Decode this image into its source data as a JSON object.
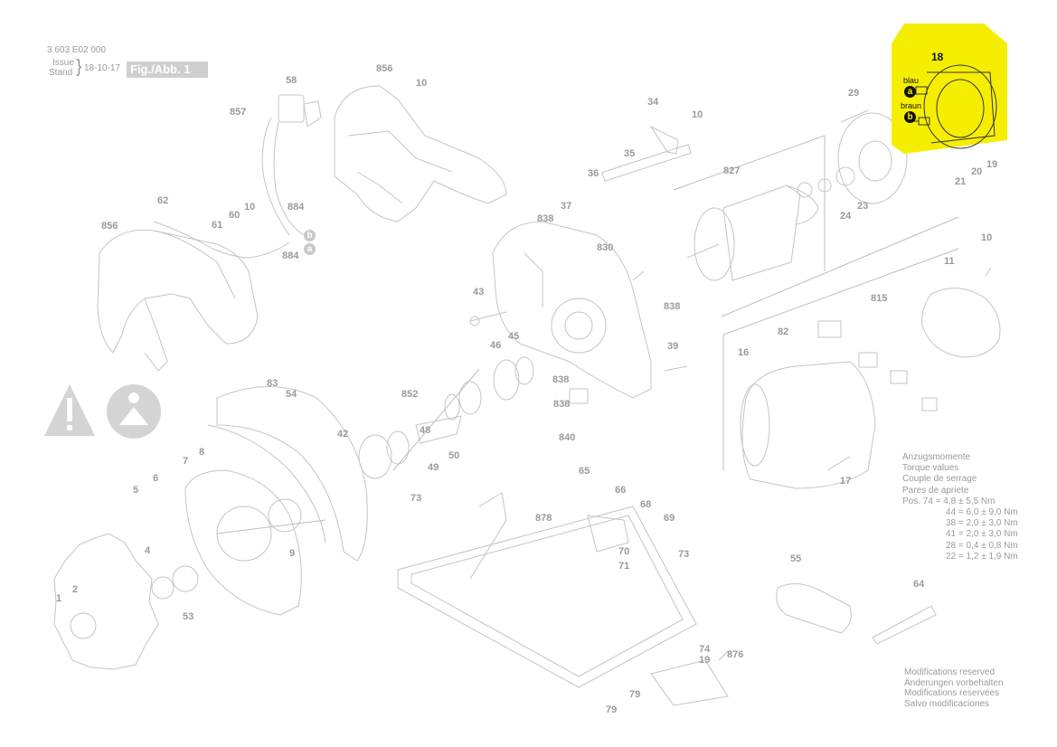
{
  "header": {
    "doc_number": "3 603 E02 000",
    "issue_label": "Issue",
    "stand_label": "Stand",
    "date": "18-10-17",
    "figure_label": "Fig./Abb. 1"
  },
  "highlight": {
    "color": "#f6ee00",
    "part_number": "18",
    "wire_a_label": "blau",
    "wire_b_label": "braun",
    "marker_a": "a",
    "marker_b": "b"
  },
  "parts": {
    "p856a": "856",
    "p58": "58",
    "p10a": "10",
    "p857": "857",
    "p62": "62",
    "p61": "61",
    "p60": "60",
    "p10b": "10",
    "p884a": "884",
    "p884b": "884",
    "p856b": "856",
    "p34": "34",
    "p10c": "10",
    "p35": "35",
    "p36": "36",
    "p827": "827",
    "p29": "29",
    "p21": "21",
    "p20": "20",
    "p19a": "19",
    "p24": "24",
    "p23": "23",
    "p838a": "838",
    "p37": "37",
    "p830": "830",
    "p838b": "838",
    "p43": "43",
    "p10d": "10",
    "p11": "11",
    "p815": "815",
    "p82": "82",
    "p16": "16",
    "p39": "39",
    "p45": "45",
    "p46": "46",
    "p838c": "838",
    "p838d": "838",
    "p852": "852",
    "p840": "840",
    "p83": "83",
    "p54": "54",
    "p42": "42",
    "p48": "48",
    "p50": "50",
    "p49": "49",
    "p8": "8",
    "p17": "17",
    "p7": "7",
    "p6": "6",
    "p5": "5",
    "p65": "65",
    "p66": "66",
    "p68": "68",
    "p69": "69",
    "p73a": "73",
    "p878": "878",
    "p70": "70",
    "p71": "71",
    "p73b": "73",
    "p4": "4",
    "p9": "9",
    "p1": "1",
    "p2": "2",
    "p53": "53",
    "p55": "55",
    "p64": "64",
    "p74": "74",
    "p19b": "19",
    "p876": "876",
    "p79a": "79",
    "p79b": "79",
    "ma": "a",
    "mb": "b"
  },
  "torque": {
    "lines": [
      "Anzugsmomente",
      "Torque values",
      "Couple de serrage",
      "Pares de apriete",
      "Pos. 74 = 4,8 ± 5,5 Nm",
      "44 = 6,0 ± 9,0 Nm",
      "38 = 2,0 ± 3,0 Nm",
      "41 = 2,0 ± 3,0 Nm",
      "28 = 0,4 ± 0,8 Nm",
      "22 = 1,2 ± 1,9 Nm"
    ]
  },
  "modifications": {
    "lines": [
      "Modifications reserved",
      "Änderungen vorbehalten",
      "Modifications reservées",
      "Salvo modificaciones"
    ]
  }
}
